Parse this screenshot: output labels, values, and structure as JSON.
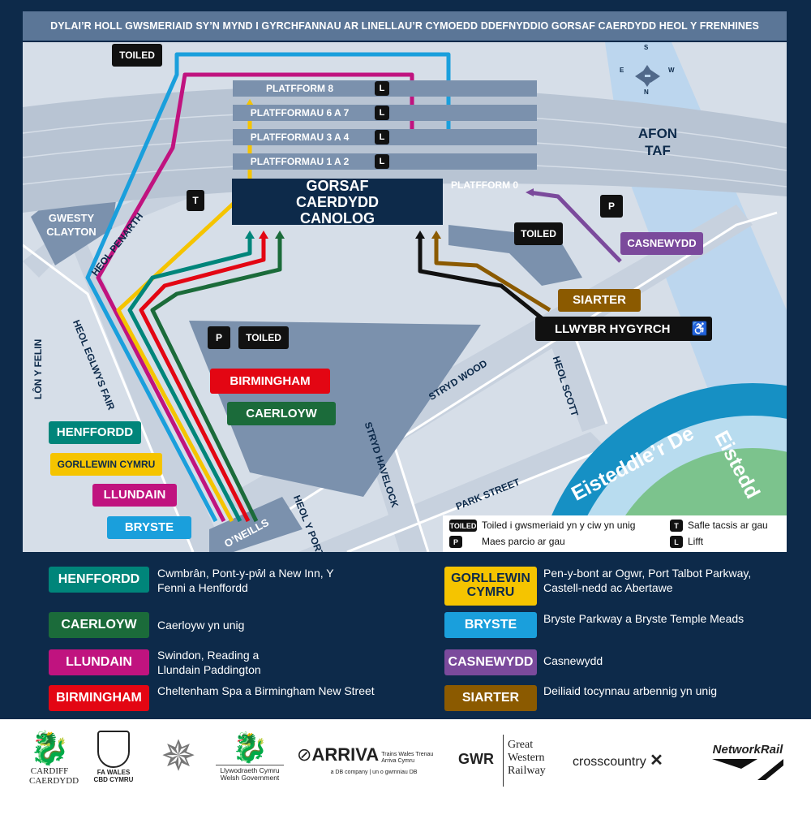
{
  "header": {
    "title": "DYLAI’R HOLL GWSMERIAID SY’N MYND I GYRCHFANNAU AR LINELLAU’R CYMOEDD DDEFNYDDIO GORSAF CAERDYDD HEOL Y FRENHINES"
  },
  "map": {
    "platforms": [
      "PLATFFORM 8",
      "PLATFFORMAU 6 A 7",
      "PLATFFORMAU 3 A 4",
      "PLATFFORMAU 1 A 2"
    ],
    "platform0": "PLATFFORM 0",
    "lift": "L",
    "taxi": "T",
    "parking": "P",
    "toilet": "TOILED",
    "station": "GORSAF CAERDYDD CANOLOG",
    "hotel": "GWESTY CLAYTON",
    "river": "AFON TAF",
    "compass": {
      "n": "N",
      "s": "S",
      "e": "E",
      "w": "W"
    },
    "accessible_route": "LLWYBR HYGYRCH",
    "stadium": "Eisteddle’r De",
    "stadium2": "Eistedd",
    "pub": "O’NEILLS",
    "roads": [
      "HEOL PENARTH",
      "HEOL EGLWYS FAIR",
      "LÔN Y FELIN",
      "STRYD WOOD",
      "HEOL SCOTT",
      "STRYD HAVELOCK",
      "PARK STREET",
      "HEOL Y PORTH"
    ],
    "queue_labels": [
      {
        "label": "CASNEWYDD",
        "color": "#7b4a9c"
      },
      {
        "label": "SIARTER",
        "color": "#8b5a00"
      },
      {
        "label": "BIRMINGHAM",
        "color": "#e30613"
      },
      {
        "label": "CAERLOYW",
        "color": "#1b6b3a"
      },
      {
        "label": "HENFFORDD",
        "color": "#00857a"
      },
      {
        "label": "GORLLEWIN CYMRU",
        "color": "#f5c400"
      },
      {
        "label": "LLUNDAIN",
        "color": "#c0137f"
      },
      {
        "label": "BRYSTE",
        "color": "#1a9fdc"
      }
    ],
    "key": [
      {
        "symbol": "TOILED",
        "text": "Toiled i gwsmeriaid yn y ciw yn unig"
      },
      {
        "symbol": "T",
        "text": "Safle tacsis ar gau"
      },
      {
        "symbol": "P",
        "text": "Maes parcio ar gau"
      },
      {
        "symbol": "L",
        "text": "Lifft"
      }
    ]
  },
  "legend": [
    {
      "label": "HENFFORDD",
      "color": "#00857a",
      "text": "Cwmbrân, Pont-y-pŵl a New Inn, Y Fenni a Henffordd"
    },
    {
      "label": "GORLLEWIN CYMRU",
      "color": "#f5c400",
      "text": "Pen-y-bont ar Ogwr, Port Talbot Parkway, Castell-nedd ac Abertawe"
    },
    {
      "label": "CAERLOYW",
      "color": "#1b6b3a",
      "text": "Caerloyw yn unig"
    },
    {
      "label": "BRYSTE",
      "color": "#1a9fdc",
      "text": "Bryste Parkway a Bryste Temple Meads"
    },
    {
      "label": "LLUNDAIN",
      "color": "#c0137f",
      "text": "Swindon, Reading a Llundain Paddington"
    },
    {
      "label": "CASNEWYDD",
      "color": "#7b4a9c",
      "text": "Casnewydd"
    },
    {
      "label": "BIRMINGHAM",
      "color": "#e30613",
      "text": "Cheltenham Spa a Birmingham New Street"
    },
    {
      "label": "SIARTER",
      "color": "#8b5a00",
      "text": "Deiliaid tocynnau arbennig yn unig"
    }
  ],
  "logos": {
    "cardiff": "CARDIFF CAERDYDD",
    "fa": "FA WALES CBD CYMRU",
    "welsh_gov": "Llywodraeth Cymru Welsh Government",
    "arriva": "ARRIVA",
    "arriva_sub": "Trains Wales Trenau Arriva Cymru",
    "arriva_db": "a DB company | un o gwmniau DB",
    "gwr": "GWR",
    "gwr_name": "Great Western Railway",
    "crosscountry": "crosscountry",
    "networkrail": "NetworkRail"
  }
}
